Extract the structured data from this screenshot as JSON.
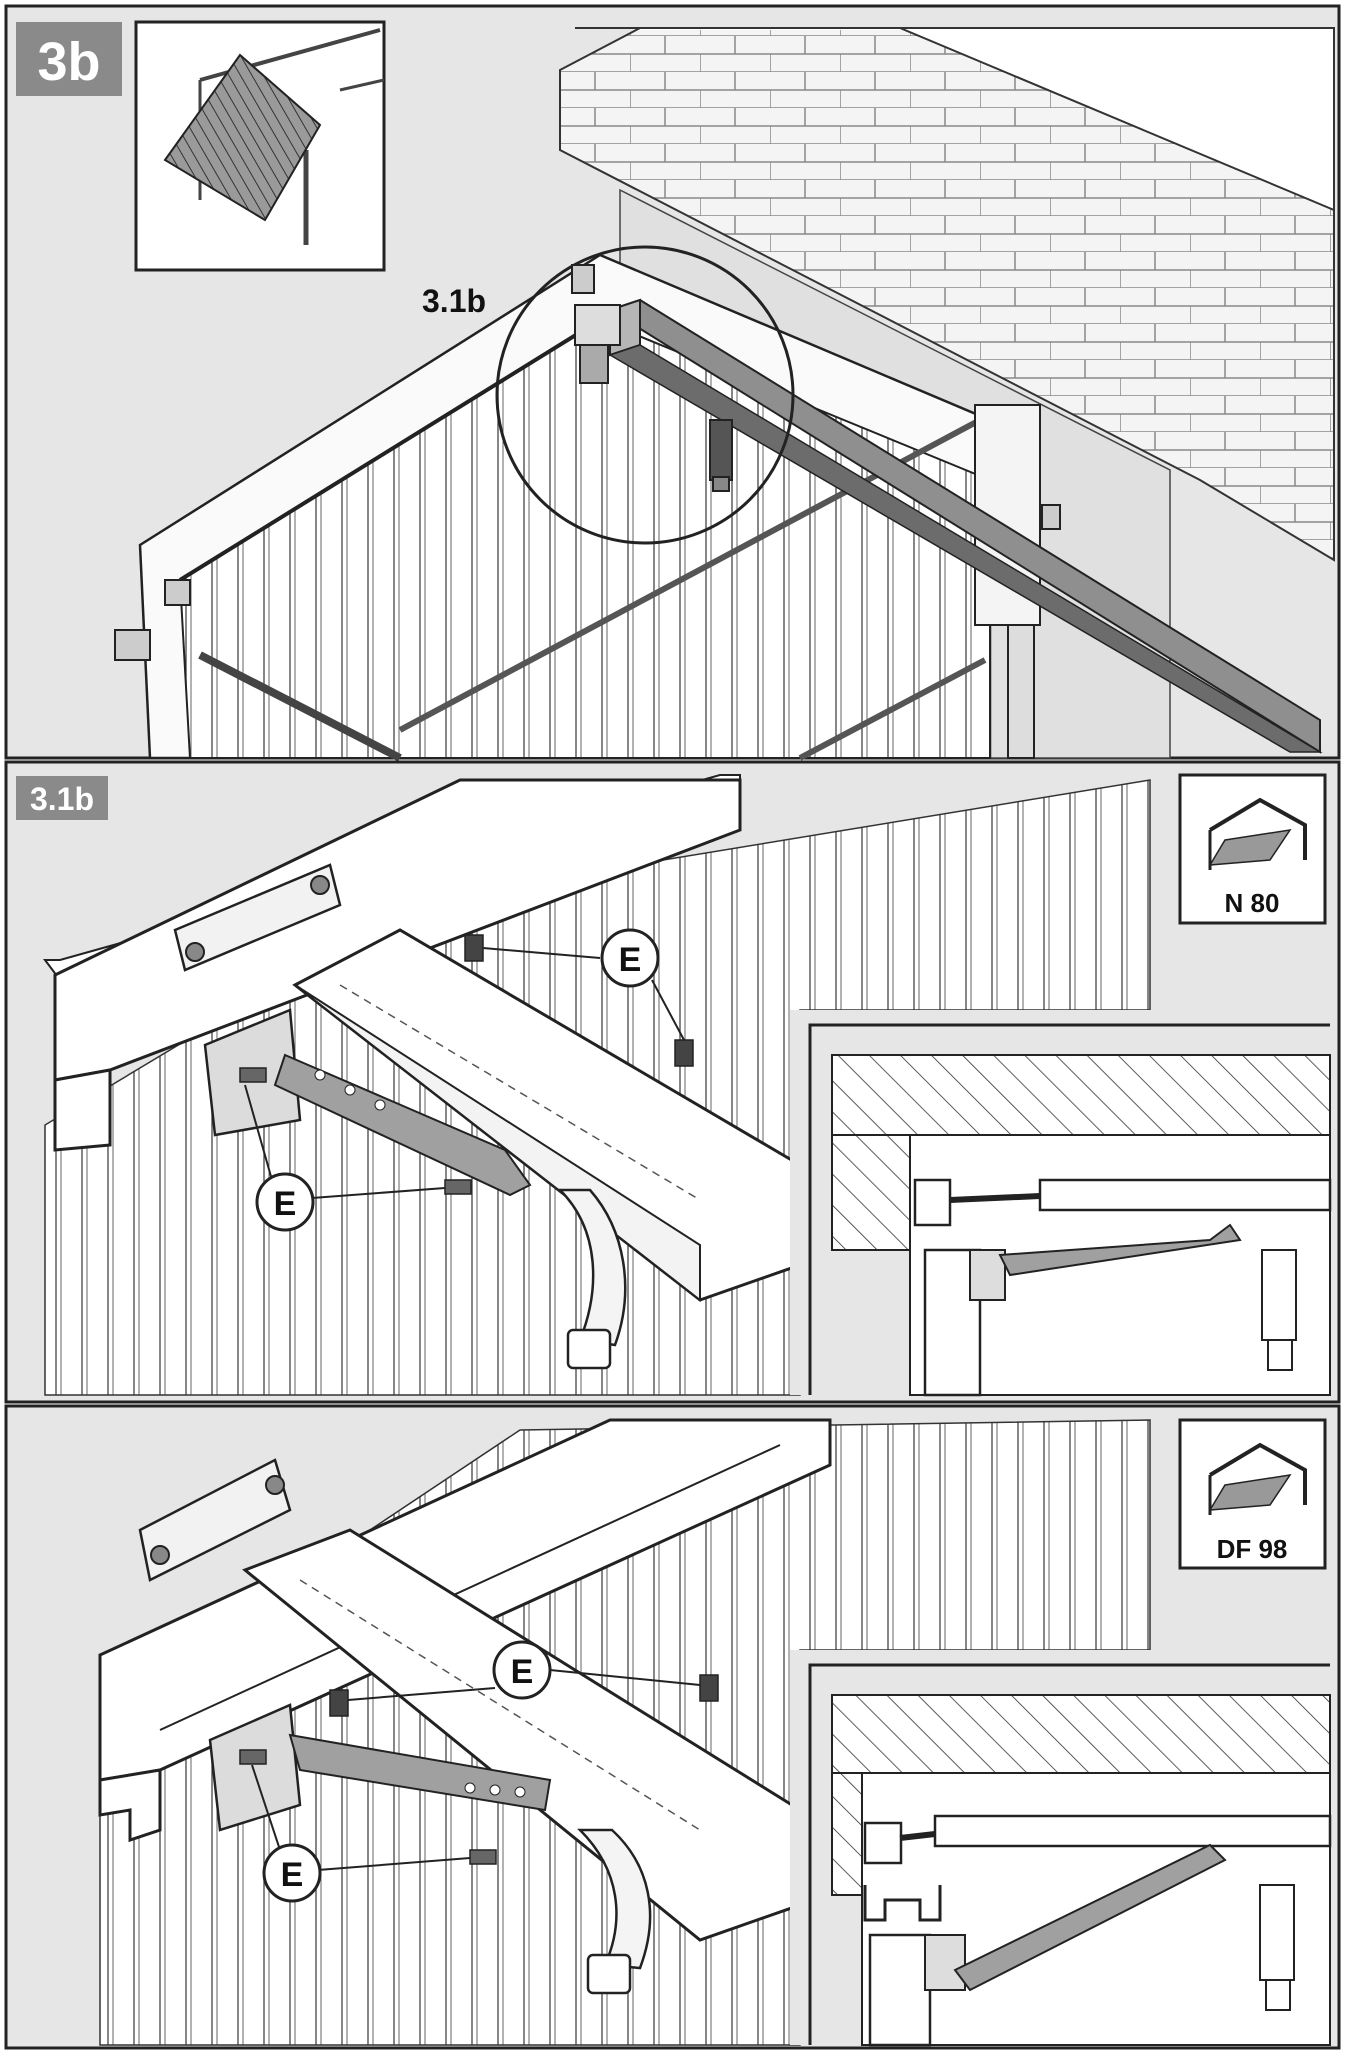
{
  "panels": {
    "top": {
      "step_badge": "3b",
      "detail_ref": "3.1b"
    },
    "middle": {
      "step_badge": "3.1b",
      "profile_label": "N 80",
      "part_label": "E"
    },
    "bottom": {
      "profile_label": "DF 98",
      "part_label": "E"
    }
  },
  "colors": {
    "badge": "#8a8a8a",
    "rail": "#8f8f8f",
    "background": "#e6e6e6",
    "line": "#222222"
  }
}
